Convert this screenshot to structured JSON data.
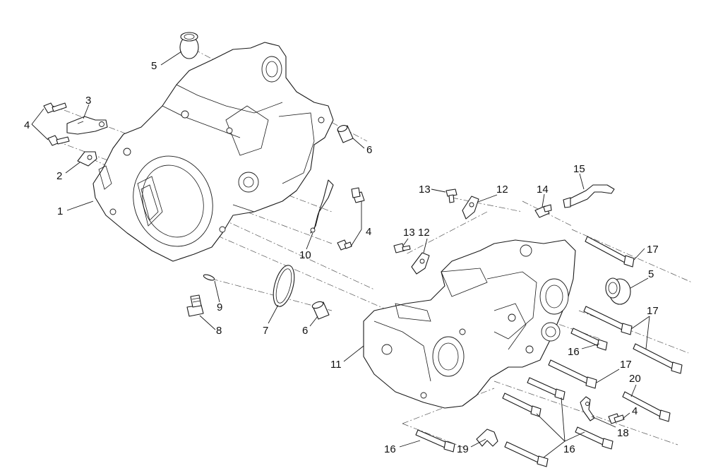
{
  "callouts": {
    "c1": "1",
    "c2": "2",
    "c3": "3",
    "c4a": "4",
    "c4b": "4",
    "c4c": "4",
    "c5a": "5",
    "c5b": "5",
    "c6a": "6",
    "c6b": "6",
    "c7": "7",
    "c8": "8",
    "c9": "9",
    "c10": "10",
    "c11": "11",
    "c12a": "12",
    "c12b": "12",
    "c13a": "13",
    "c13b": "13",
    "c14": "14",
    "c15": "15",
    "c16a": "16",
    "c16b": "16",
    "c16c": "16",
    "c17a": "17",
    "c17b": "17",
    "c17c": "17",
    "c18": "18",
    "c19": "19",
    "c20": "20"
  }
}
